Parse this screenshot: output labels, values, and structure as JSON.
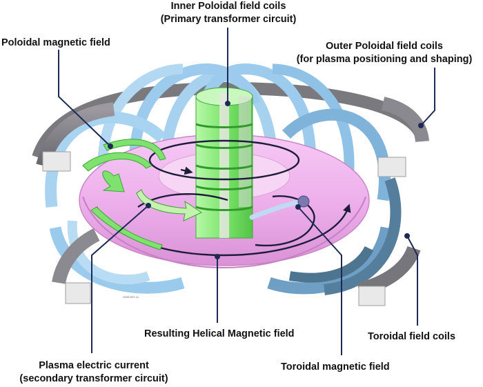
{
  "labels": {
    "inner_poloidal": {
      "line1": "Inner Poloidal field coils",
      "line2": "(Primary transformer circuit)"
    },
    "poloidal_field": "Poloidal magnetic field",
    "outer_poloidal": {
      "line1": "Outer Poloidal field coils",
      "line2": "(for plasma positioning and shaping)"
    },
    "helical_field": "Resulting Helical Magnetic field",
    "toroidal_coils": "Toroidal field coils",
    "plasma_current": {
      "line1": "Plasma electric current",
      "line2": "(secondary transformer circuit)"
    },
    "toroidal_field": "Toroidal magnetic field"
  },
  "figure_code": "JG05.537-1c",
  "colors": {
    "coil_blue": "#9fcdee",
    "coil_blue_dark": "#6d9fc4",
    "coil_outer_gray": "#8e8c91",
    "coil_outer_dark": "#5c5d63",
    "plasma_pink": "#f0b6f0",
    "plasma_pink_dark": "#d88bd6",
    "central_green": "#8af07a",
    "green_dark": "#4fbf45",
    "field_line": "#1d1d3a",
    "leader_line": "#1c2a55"
  }
}
